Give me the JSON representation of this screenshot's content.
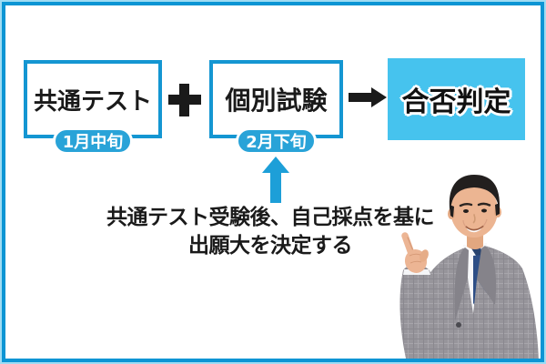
{
  "flow": {
    "step1": {
      "label": "共通テスト",
      "date": "1月中旬"
    },
    "step2": {
      "label": "個別試験",
      "date": "2月下旬"
    },
    "result": {
      "label": "合否判定"
    }
  },
  "icons": {
    "plus": "plus-icon (＋)",
    "arrow_right": "arrow-right-icon (→)",
    "arrow_up": "arrow-up-icon (↑)"
  },
  "annotation": {
    "line1": "共通テスト受験後、自己採点を基に",
    "line2": "出願大を決定する"
  },
  "figure": {
    "alt": "businessman-pointing-up"
  },
  "colors": {
    "frame_border": "#0c95d4",
    "frame_outer_edge": "#9fdcf3",
    "box_border": "#1496d2",
    "pill_bg": "#29a3d8",
    "result_bg": "#46c3ee",
    "arrow_up": "#1d9fd8",
    "black": "#1a1a1a",
    "white": "#ffffff"
  }
}
